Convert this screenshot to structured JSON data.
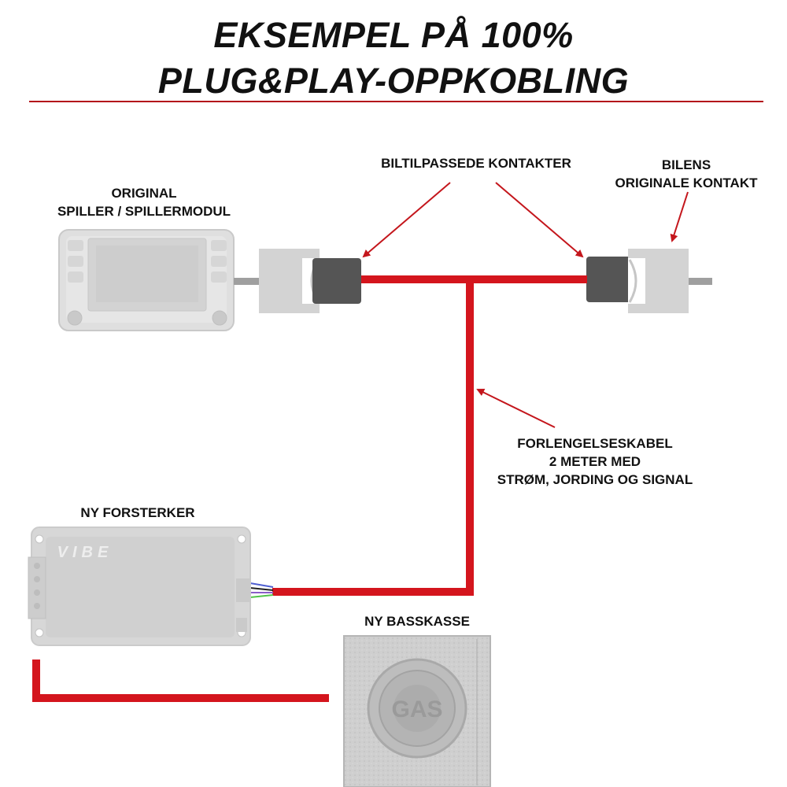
{
  "title": {
    "line1": "EKSEMPEL PÅ 100%",
    "line2": "PLUG&PLAY-OPPKOBLING"
  },
  "labels": {
    "original_player_line1": "ORIGINAL",
    "original_player_line2": "SPILLER / SPILLERMODUL",
    "car_connectors": "BILTILPASSEDE KONTAKTER",
    "car_original_connector_line1": "BILENS",
    "car_original_connector_line2": "ORIGINALE KONTAKT",
    "extension_cable_line1": "FORLENGELSESKABEL",
    "extension_cable_line2": "2 METER MED",
    "extension_cable_line3": "STRØM, JORDING OG SIGNAL",
    "new_amplifier": "NY FORSTERKER",
    "new_subwoofer_box": "NY BASSKASSE"
  },
  "product_marks": {
    "amplifier_brand": "VIBE",
    "subwoofer_brand": "GAS"
  },
  "colors": {
    "cable": "#d4151d",
    "accent_line": "#b3121a",
    "connector_dark": "#555555",
    "device_grey": "#c9c9c9"
  }
}
